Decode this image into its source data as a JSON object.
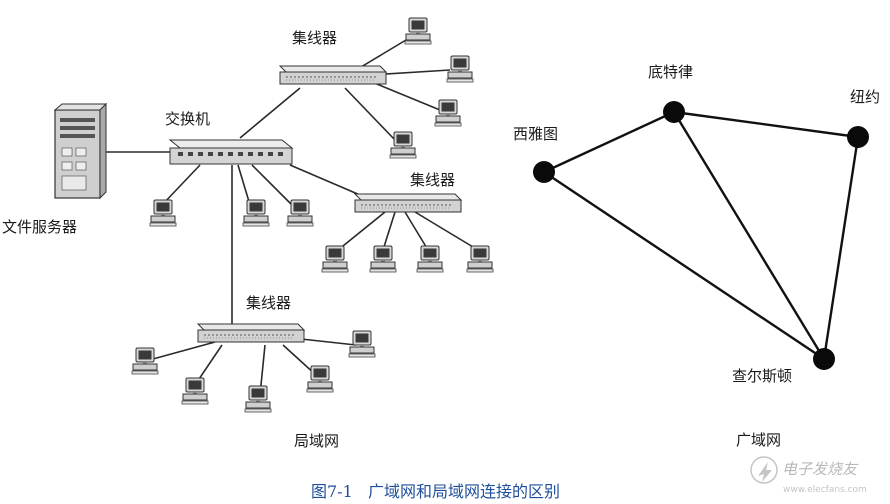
{
  "lan": {
    "label": "局域网",
    "switch_label": "交换机",
    "file_server_label": "文件服务器",
    "hub_top_label": "集线器",
    "hub_right_label": "集线器",
    "hub_bottom_label": "集线器"
  },
  "wan": {
    "label": "广域网",
    "nodes": [
      {
        "id": "seattle",
        "label": "西雅图"
      },
      {
        "id": "detroit",
        "label": "底特律"
      },
      {
        "id": "newyork",
        "label": "纽约"
      },
      {
        "id": "charleston",
        "label": "查尔斯顿"
      }
    ],
    "links": [
      [
        "seattle",
        "detroit"
      ],
      [
        "detroit",
        "newyork"
      ],
      [
        "detroit",
        "charleston"
      ],
      [
        "newyork",
        "charleston"
      ],
      [
        "seattle",
        "charleston"
      ]
    ]
  },
  "caption": "图7-1   广域网和局域网连接的区别",
  "watermark": {
    "text": "电子发烧友",
    "url": "www.elecfans.com"
  }
}
